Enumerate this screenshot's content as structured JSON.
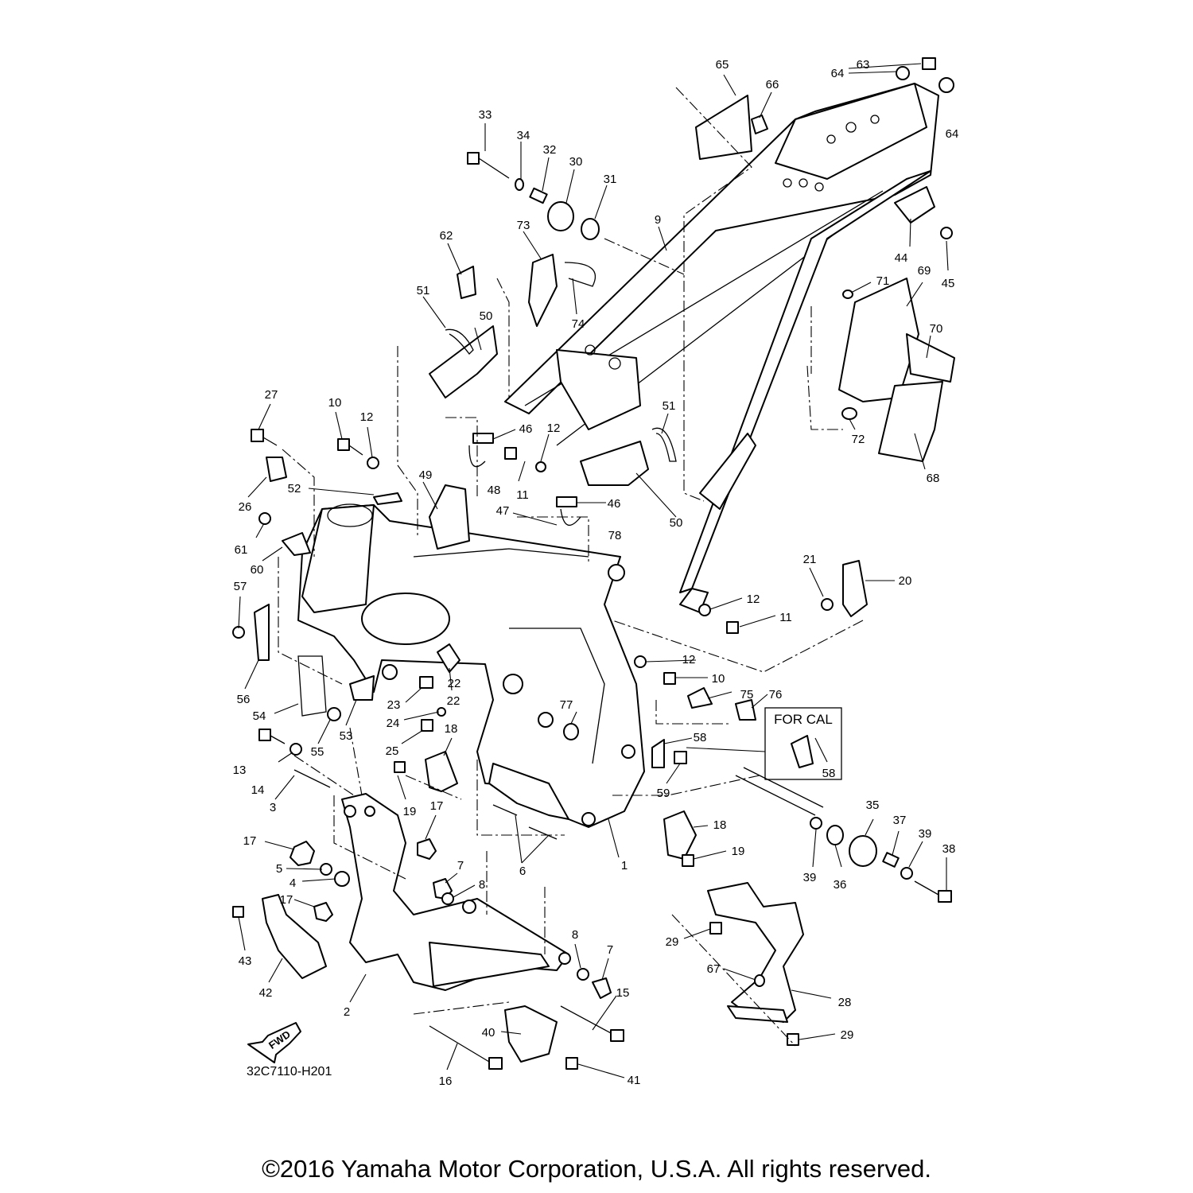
{
  "diagram": {
    "drawing_code": "32C7110-H201",
    "fwd_label": "FWD",
    "variant_box_label": "FOR CAL",
    "copyright": "©2016 Yamaha Motor Corporation, U.S.A. All rights reserved.",
    "callouts": [
      "1",
      "2",
      "3",
      "4",
      "5",
      "6",
      "7",
      "7",
      "8",
      "8",
      "9",
      "10",
      "10",
      "11",
      "11",
      "12",
      "12",
      "12",
      "12",
      "13",
      "14",
      "15",
      "16",
      "17",
      "17",
      "17",
      "18",
      "18",
      "19",
      "19",
      "20",
      "21",
      "22",
      "22",
      "23",
      "24",
      "25",
      "26",
      "27",
      "28",
      "29",
      "29",
      "30",
      "31",
      "32",
      "33",
      "34",
      "35",
      "36",
      "37",
      "38",
      "39",
      "39",
      "40",
      "41",
      "42",
      "43",
      "44",
      "45",
      "46",
      "46",
      "47",
      "48",
      "49",
      "50",
      "50",
      "51",
      "51",
      "52",
      "53",
      "54",
      "55",
      "56",
      "57",
      "58",
      "58",
      "59",
      "60",
      "61",
      "62",
      "63",
      "64",
      "64",
      "65",
      "66",
      "67",
      "68",
      "69",
      "70",
      "71",
      "72",
      "73",
      "74",
      "75",
      "76",
      "77",
      "78"
    ]
  }
}
